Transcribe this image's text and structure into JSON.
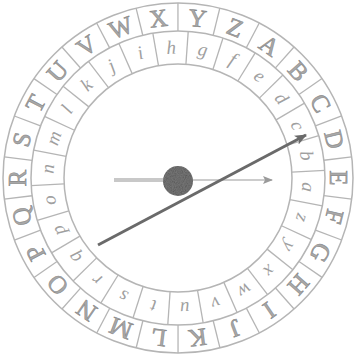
{
  "diagram": {
    "labels": [
      "A",
      "B",
      "C",
      "D",
      "E",
      "F",
      "G",
      "H",
      "I",
      "J",
      "K",
      "L",
      "M",
      "N",
      "O",
      "P",
      "Q",
      "R",
      "S",
      "T",
      "U",
      "V",
      "W",
      "X",
      "Y",
      "Z",
      "a",
      "b",
      "c",
      "d",
      "e",
      "f",
      "g",
      "h",
      "i",
      "j",
      "k",
      "l",
      "m",
      "n",
      "o",
      "p",
      "q",
      "r",
      "s",
      "t",
      "u",
      "v",
      "w",
      "x",
      "y",
      "z"
    ]
  }
}
